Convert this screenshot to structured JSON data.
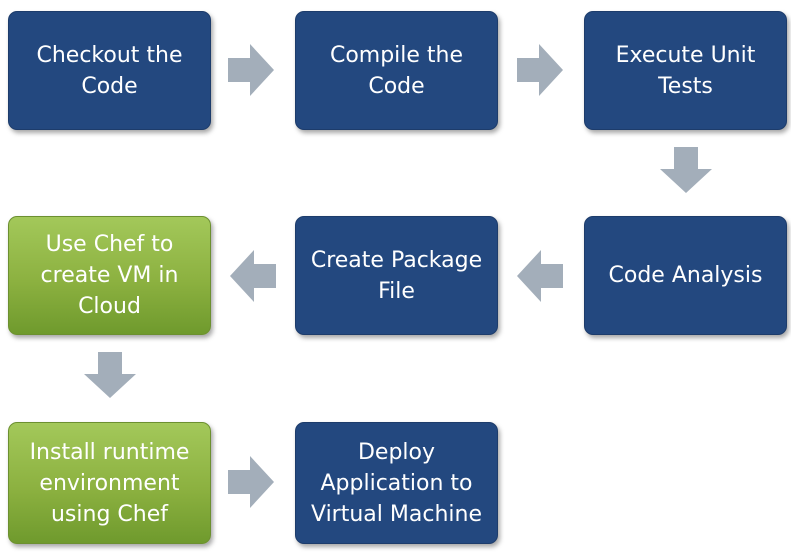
{
  "diagram": {
    "steps": [
      {
        "id": "checkout",
        "label": "Checkout the\nCode"
      },
      {
        "id": "compile",
        "label": "Compile the\nCode"
      },
      {
        "id": "unit-tests",
        "label": "Execute Unit\nTests"
      },
      {
        "id": "code-analysis",
        "label": "Code Analysis"
      },
      {
        "id": "package",
        "label": "Create Package\nFile"
      },
      {
        "id": "chef-vm",
        "label": "Use Chef to\ncreate VM in\nCloud"
      },
      {
        "id": "runtime",
        "label": "Install runtime\nenvironment\nusing Chef"
      },
      {
        "id": "deploy",
        "label": "Deploy\nApplication to\nVirtual Machine"
      }
    ],
    "colors": {
      "step_blue": "#23487f",
      "step_green": "#8cb140",
      "arrow": "#a3aeba"
    }
  }
}
